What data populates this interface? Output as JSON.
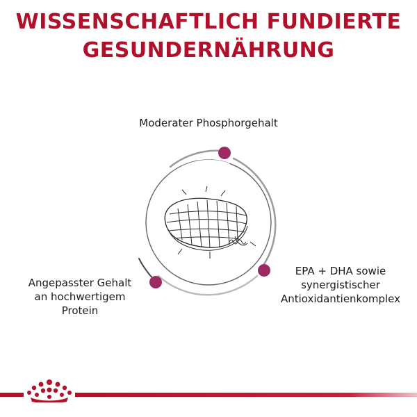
{
  "heading": {
    "line1": "WISSENSCHAFTLICH FUNDIERTE",
    "line2": "GESUNDERNÄHRUNG"
  },
  "benefits": {
    "top": "Moderater Phosphorgehalt",
    "left": [
      "Angepasster Gehalt",
      "an hochwertigem",
      "Protein"
    ],
    "right": [
      "EPA + DHA sowie",
      "synergistischer",
      "Antioxidantienkomplex"
    ]
  },
  "colors": {
    "brand_red": "#b1102b",
    "dot_purple": "#9c2a64",
    "ring_gray": "#555555"
  },
  "icons": {
    "center": "kibble-sketch-icon",
    "brand": "royal-canin-crown-logo"
  }
}
